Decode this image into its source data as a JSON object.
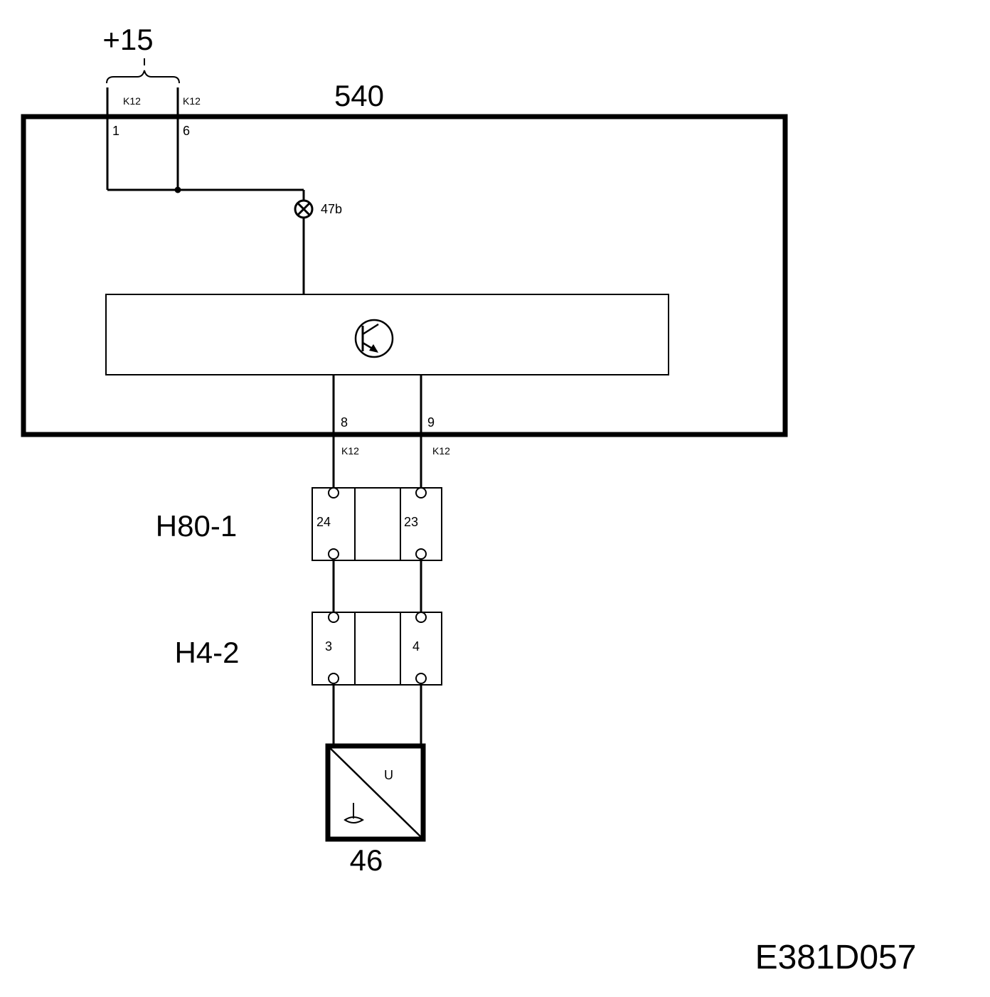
{
  "supply_label": "+15",
  "module": {
    "label": "540",
    "pins": {
      "p1": "1",
      "p6": "6",
      "p8": "8",
      "p9": "9"
    },
    "connector_labels": {
      "p1": "K12",
      "p6": "K12",
      "p8": "K12",
      "p9": "K12"
    },
    "lamp_label": "47b"
  },
  "connectors": [
    {
      "label": "H80-1",
      "left_pin": "24",
      "right_pin": "23"
    },
    {
      "label": "H4-2",
      "left_pin": "3",
      "right_pin": "4"
    }
  ],
  "sensor": {
    "label": "46",
    "symbol_text": "U"
  },
  "figure_code": "E381D057",
  "icons": {
    "lamp": "lamp-icon",
    "transistor": "transistor-icon",
    "ground": "ground-icon"
  }
}
